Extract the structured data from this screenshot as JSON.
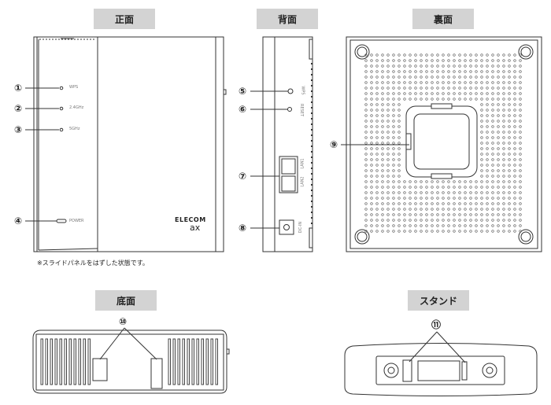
{
  "sections": {
    "front": "正面",
    "back": "背面",
    "underside": "裏面",
    "bottom": "底面",
    "stand": "スタンド"
  },
  "front": {
    "callouts": [
      "①",
      "②",
      "③",
      "④"
    ],
    "labels": [
      "WPS",
      "2.4GHz",
      "5GHz",
      "POWER"
    ],
    "brand": "ELECOM",
    "logo": "ax",
    "note": "※スライドパネルをはずした状態です。"
  },
  "back": {
    "callouts": [
      "⑤",
      "⑥",
      "⑦",
      "⑧"
    ],
    "labels": [
      "WPS",
      "RESET",
      "LAN1",
      "LAN2",
      "DC-IN"
    ]
  },
  "underside": {
    "callouts": [
      "⑨"
    ]
  },
  "bottom": {
    "callouts": [
      "⑩"
    ]
  },
  "stand": {
    "callouts": [
      "⑪"
    ]
  }
}
